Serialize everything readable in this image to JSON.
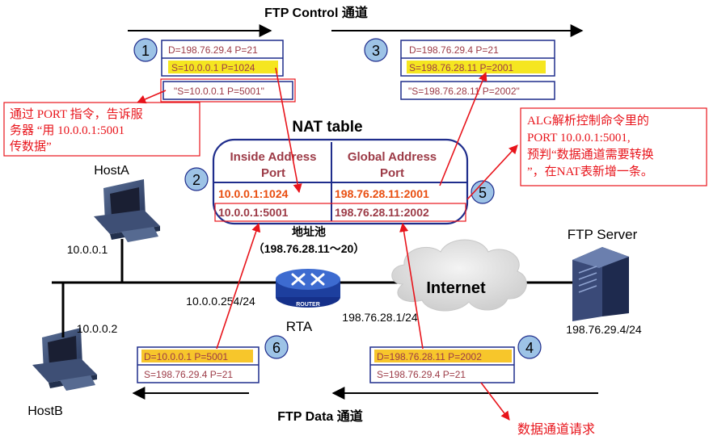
{
  "title_top": "FTP Control 通道",
  "title_bottom": "FTP Data 通道",
  "steps": [
    "1",
    "2",
    "3",
    "4",
    "5",
    "6"
  ],
  "packet1": {
    "dst": "D=198.76.29.4 P=21",
    "src": "S=10.0.0.1 P=1024",
    "payload": "\"S=10.0.0.1 P=5001\""
  },
  "packet3": {
    "dst": "D=198.76.29.4 P=21",
    "src": "S=198.76.28.11 P=2001",
    "payload": "\"S=198.76.28.11 P=2002\""
  },
  "packet4": {
    "dst": "D=198.76.28.11 P=2002",
    "src": "S=198.76.29.4 P=21"
  },
  "packet6": {
    "dst": "D=10.0.0.1 P=5001",
    "src": "S=198.76.29.4 P=21"
  },
  "note_port": {
    "line1": "通过 PORT 指令，告诉服",
    "line2": "务器 “用 10.0.0.1:5001",
    "line3": "传数据”"
  },
  "note_alg": {
    "line1": "ALG解析控制命令里的",
    "line2": "PORT 10.0.0.1:5001,",
    "line3": "预判“数据通道需要转换",
    "line4": "”，在NAT表新增一条。"
  },
  "note_data": "数据通道请求",
  "nat": {
    "title": "NAT table",
    "header_inside_1": "Inside Address",
    "header_inside_2": "Port",
    "header_global_1": "Global Address",
    "header_global_2": "Port",
    "rows": [
      {
        "inside": "10.0.0.1:1024",
        "global": "198.76.28.11:2001"
      },
      {
        "inside": "10.0.0.1:5001",
        "global": "198.76.28.11:2002"
      }
    ]
  },
  "pool": {
    "label": "地址池",
    "range": "（198.76.28.11～20）"
  },
  "hosts": {
    "hostA": "HostA",
    "hostA_ip": "10.0.0.1",
    "hostB": "HostB",
    "hostB_ip": "10.0.0.2",
    "server": "FTP Server",
    "server_ip": "198.76.29.4/24"
  },
  "router": {
    "name": "RTA",
    "badge": "ROUTER",
    "inside_ip": "10.0.0.254/24",
    "outside_ip": "198.76.28.1/24"
  },
  "cloud": "Internet",
  "colors": {
    "red_arrow": "#e8141b",
    "box_blue": "#1f2d8c",
    "highlight": "#f5e620",
    "highlight_orange": "#f7c62b",
    "text_dark": "#9c3a46",
    "nat_red": "#e94e10",
    "circle_fill": "#9dc3e6"
  }
}
